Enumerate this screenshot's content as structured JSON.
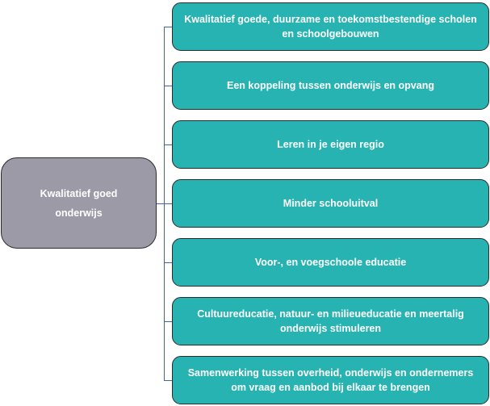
{
  "root": {
    "label": "Kwalitatief goed onderwijs"
  },
  "children": [
    {
      "label": "Kwalitatief goede, duurzame en toekomstbestendige scholen en schoolgebouwen"
    },
    {
      "label": "Een koppeling tussen onderwijs en opvang"
    },
    {
      "label": "Leren in je eigen regio"
    },
    {
      "label": "Minder schooluitval"
    },
    {
      "label": "Voor-, en voegschoole educatie"
    },
    {
      "label": "Cultuureducatie, natuur- en milieueducatie en meertalig onderwijs stimuleren"
    },
    {
      "label": "Samenwerking tussen overheid, onderwijs en ondernemers om vraag en aanbod bij elkaar te brengen"
    }
  ],
  "colors": {
    "root": "#9b9aa6",
    "child": "#27b3b2",
    "connector": "#3f63ad"
  }
}
